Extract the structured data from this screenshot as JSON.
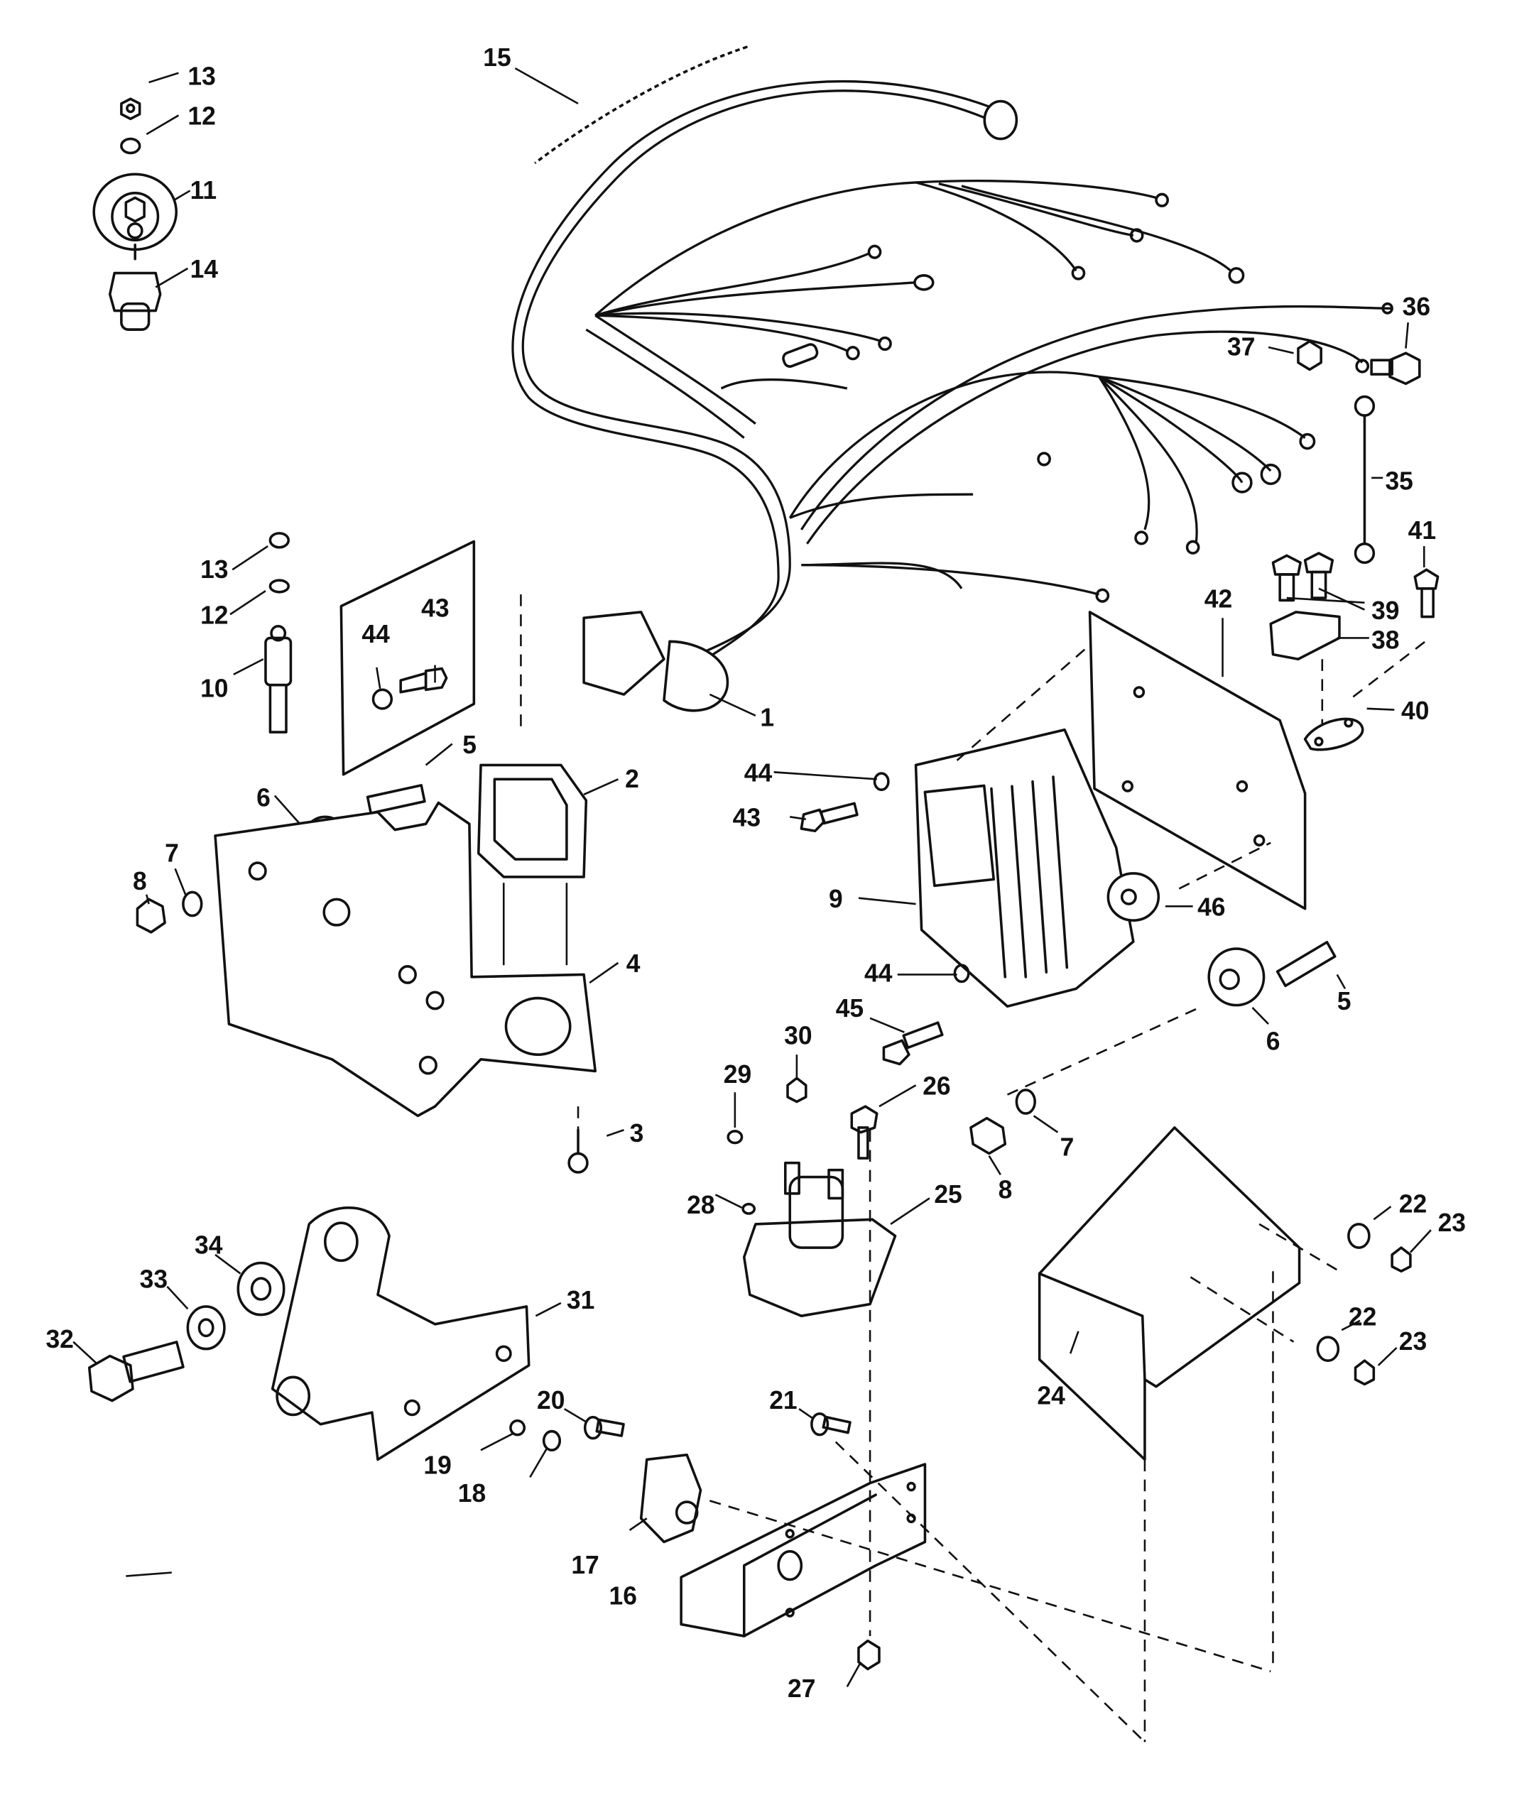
{
  "title": "Exploded parts diagram - wiring harness, mounting brackets, module and solenoid",
  "callouts": [
    {
      "id": "c1",
      "label": "1"
    },
    {
      "id": "c2",
      "label": "2"
    },
    {
      "id": "c3",
      "label": "3"
    },
    {
      "id": "c4",
      "label": "4"
    },
    {
      "id": "c5a",
      "label": "5"
    },
    {
      "id": "c5b",
      "label": "5"
    },
    {
      "id": "c6a",
      "label": "6"
    },
    {
      "id": "c6b",
      "label": "6"
    },
    {
      "id": "c7a",
      "label": "7"
    },
    {
      "id": "c7b",
      "label": "7"
    },
    {
      "id": "c8a",
      "label": "8"
    },
    {
      "id": "c8b",
      "label": "8"
    },
    {
      "id": "c9",
      "label": "9"
    },
    {
      "id": "c10",
      "label": "10"
    },
    {
      "id": "c11",
      "label": "11"
    },
    {
      "id": "c12a",
      "label": "12"
    },
    {
      "id": "c12b",
      "label": "12"
    },
    {
      "id": "c13a",
      "label": "13"
    },
    {
      "id": "c13b",
      "label": "13"
    },
    {
      "id": "c14",
      "label": "14"
    },
    {
      "id": "c15",
      "label": "15"
    },
    {
      "id": "c16",
      "label": "16"
    },
    {
      "id": "c17",
      "label": "17"
    },
    {
      "id": "c18",
      "label": "18"
    },
    {
      "id": "c19",
      "label": "19"
    },
    {
      "id": "c20",
      "label": "20"
    },
    {
      "id": "c21",
      "label": "21"
    },
    {
      "id": "c22a",
      "label": "22"
    },
    {
      "id": "c22b",
      "label": "22"
    },
    {
      "id": "c23a",
      "label": "23"
    },
    {
      "id": "c23b",
      "label": "23"
    },
    {
      "id": "c24",
      "label": "24"
    },
    {
      "id": "c25",
      "label": "25"
    },
    {
      "id": "c26",
      "label": "26"
    },
    {
      "id": "c27",
      "label": "27"
    },
    {
      "id": "c28",
      "label": "28"
    },
    {
      "id": "c29",
      "label": "29"
    },
    {
      "id": "c30",
      "label": "30"
    },
    {
      "id": "c31",
      "label": "31"
    },
    {
      "id": "c32",
      "label": "32"
    },
    {
      "id": "c33",
      "label": "33"
    },
    {
      "id": "c34",
      "label": "34"
    },
    {
      "id": "c35",
      "label": "35"
    },
    {
      "id": "c36",
      "label": "36"
    },
    {
      "id": "c37",
      "label": "37"
    },
    {
      "id": "c38",
      "label": "38"
    },
    {
      "id": "c39",
      "label": "39"
    },
    {
      "id": "c40",
      "label": "40"
    },
    {
      "id": "c41",
      "label": "41"
    },
    {
      "id": "c42",
      "label": "42"
    },
    {
      "id": "c43a",
      "label": "43"
    },
    {
      "id": "c43b",
      "label": "43"
    },
    {
      "id": "c44a",
      "label": "44"
    },
    {
      "id": "c44b",
      "label": "44"
    },
    {
      "id": "c44c",
      "label": "44"
    },
    {
      "id": "c45",
      "label": "45"
    },
    {
      "id": "c46",
      "label": "46"
    }
  ]
}
